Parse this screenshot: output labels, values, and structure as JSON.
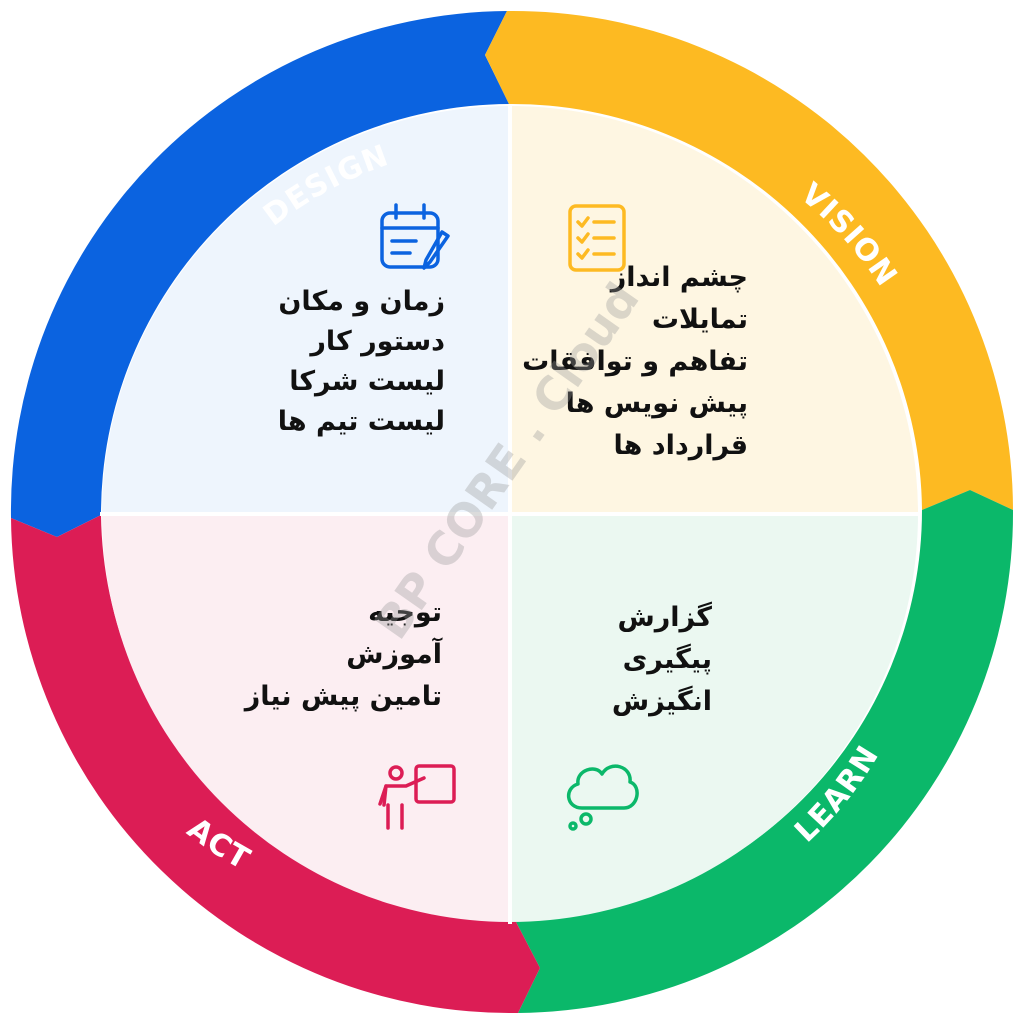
{
  "colors": {
    "design": "#0B63E0",
    "vision": "#FDBA22",
    "learn": "#0BB86A",
    "act": "#DC1D55",
    "design_bg": "#EEF5FD",
    "vision_bg": "#FEF6E2",
    "learn_bg": "#EBF8F1",
    "act_bg": "#FCEEF2"
  },
  "ring_labels": {
    "design": "DESIGN",
    "vision": "VISION",
    "learn": "LEARN",
    "act": "ACT"
  },
  "quadrants": {
    "design": {
      "icon": "calendar-edit-icon",
      "lines": [
        "زمان و مکان",
        "دستور کار",
        "لیست شرکا",
        "لیست تیم ها"
      ]
    },
    "vision": {
      "icon": "checklist-icon",
      "lines": [
        "چشم انداز",
        "تمایلات",
        "تفاهم و توافقات",
        "پیش نویس ها",
        "قرارداد ها"
      ]
    },
    "learn": {
      "icon": "thought-cloud-icon",
      "lines": [
        "گزارش",
        "پیگیری",
        "انگیزش"
      ]
    },
    "act": {
      "icon": "presenter-board-icon",
      "lines": [
        "توجیه",
        "آموزش",
        "تامین پیش نیاز"
      ]
    }
  },
  "watermark": "BP CORE . Cloud"
}
